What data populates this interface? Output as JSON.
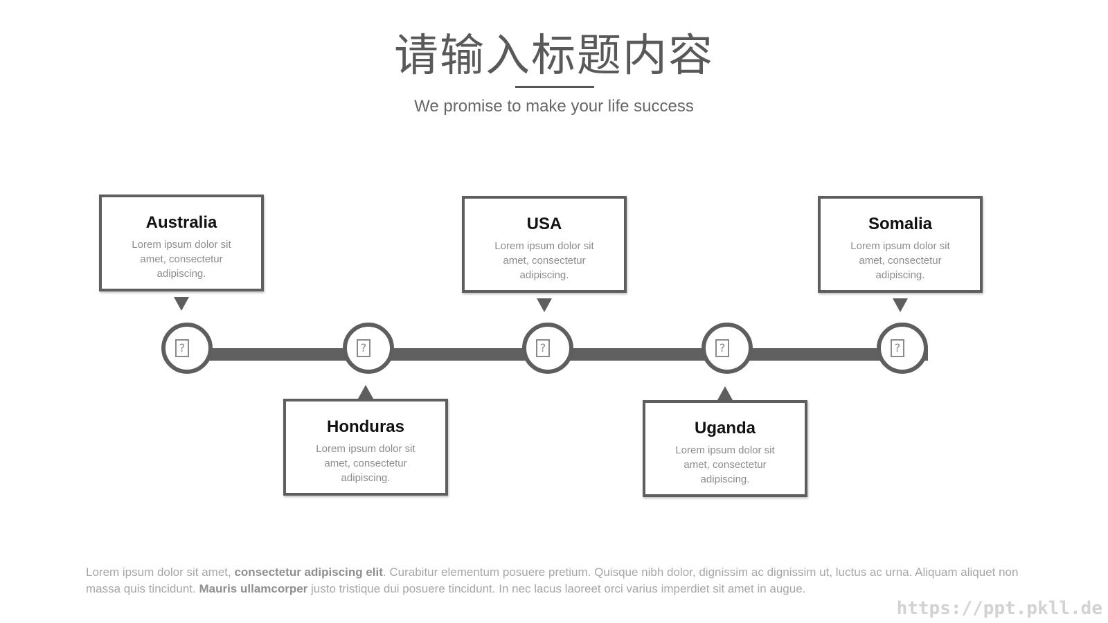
{
  "header": {
    "title": "请输入标题内容",
    "subtitle": "We promise to make your life success"
  },
  "timeline": {
    "node_icon": "image-placeholder-icon",
    "nodes": [
      {
        "glyph": "?"
      },
      {
        "glyph": "?"
      },
      {
        "glyph": "?"
      },
      {
        "glyph": "?"
      },
      {
        "glyph": "?"
      }
    ],
    "cards": [
      {
        "title": "Australia",
        "text": "Lorem ipsum dolor sit amet, consectetur adipiscing.",
        "position": "top"
      },
      {
        "title": "Honduras",
        "text": "Lorem ipsum dolor sit amet, consectetur adipiscing.",
        "position": "bottom"
      },
      {
        "title": "USA",
        "text": "Lorem ipsum dolor sit amet, consectetur adipiscing.",
        "position": "top"
      },
      {
        "title": "Uganda",
        "text": "Lorem ipsum dolor sit amet, consectetur adipiscing.",
        "position": "bottom"
      },
      {
        "title": "Somalia",
        "text": "Lorem ipsum dolor sit amet, consectetur adipiscing.",
        "position": "top"
      }
    ]
  },
  "footer": {
    "part1": "Lorem ipsum dolor sit amet, ",
    "bold1": "consectetur adipiscing elit",
    "part2": ". Curabitur elementum posuere pretium. Quisque nibh dolor, dignissim ac dignissim ut, luctus ac urna. Aliquam aliquet non massa quis tincidunt. ",
    "bold2": "Mauris ullamcorper",
    "part3": " justo tristique dui posuere tincidunt. In nec lacus laoreet orci varius imperdiet sit amet in augue."
  },
  "watermark": "https://ppt.pkll.de",
  "colors": {
    "primary": "#5e5e5e",
    "text_muted": "#8c8c8c",
    "title": "#595959"
  }
}
